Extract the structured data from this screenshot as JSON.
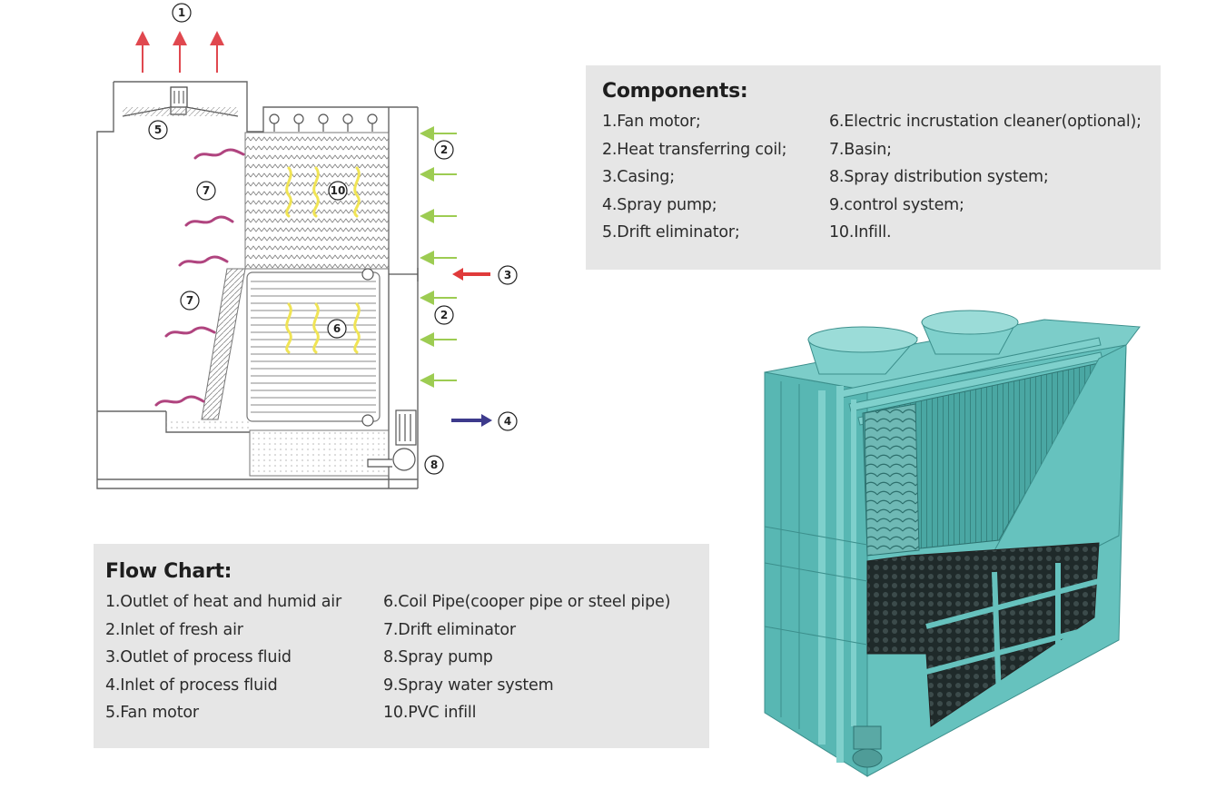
{
  "schematic": {
    "callouts": [
      "1",
      "2",
      "2",
      "3",
      "4",
      "5",
      "6",
      "7",
      "7",
      "8",
      "10"
    ]
  },
  "components": {
    "title": "Components:",
    "left": [
      "1.Fan motor;",
      "2.Heat transferring coil;",
      "3.Casing;",
      "4.Spray pump;",
      "5.Drift eliminator;"
    ],
    "right": [
      "6.Electric incrustation cleaner(optional);",
      "7.Basin;",
      "8.Spray distribution system;",
      "9.control system;",
      "10.Infill."
    ]
  },
  "flow_chart": {
    "title": "Flow Chart:",
    "left": [
      "1.Outlet of heat and humid air",
      "2.Inlet of fresh air",
      "3.Outlet of process fluid",
      "4.Inlet of process fluid",
      "5.Fan motor"
    ],
    "right": [
      "6.Coil Pipe(cooper pipe or steel pipe)",
      "7.Drift eliminator",
      "8.Spray pump",
      "9.Spray water system",
      "10.PVC infill"
    ]
  },
  "colors": {
    "panel_bg": "#e6e6e6",
    "tower_teal": "#5bbcb8",
    "hot_air_arrow": "#e0484f",
    "fresh_air_arrow": "#9dcc52",
    "outlet_fluid_arrow": "#e03a3a",
    "inlet_fluid_arrow": "#3d3a8c",
    "humid_air_wave": "#b0447f",
    "heat_wave": "#f0e455"
  }
}
